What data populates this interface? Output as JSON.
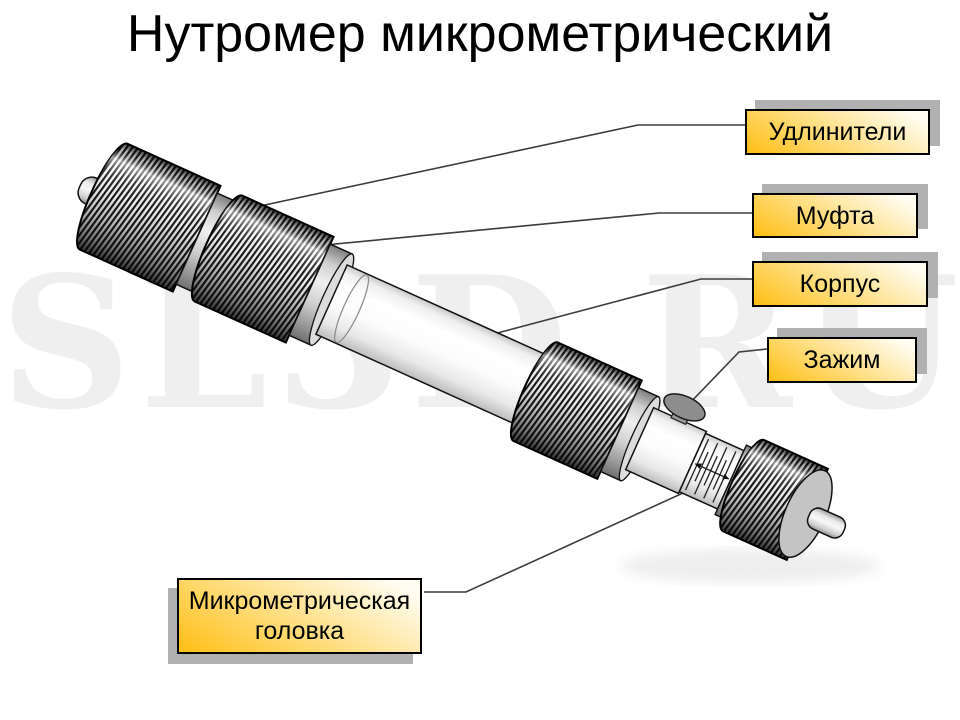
{
  "title": "Нутромер микрометрический",
  "watermark": "SL3D.RU",
  "callouts": [
    {
      "id": "extensions",
      "label": "Удлинители"
    },
    {
      "id": "coupling",
      "label": "Муфта"
    },
    {
      "id": "body",
      "label": "Корпус"
    },
    {
      "id": "clamp",
      "label": "Зажим"
    },
    {
      "id": "micrometric-head",
      "label": "Микрометрическая головка"
    }
  ],
  "colors": {
    "background": "#ffffff",
    "label_box_gradient_top": "#fffdf2",
    "label_box_gradient_bottom": "#ffbe14",
    "label_box_border": "#000000",
    "label_box_shadow": "#b1b1b1",
    "callout_line": "#3d3d3d",
    "watermark": "#efefef",
    "title_text": "#000000"
  }
}
